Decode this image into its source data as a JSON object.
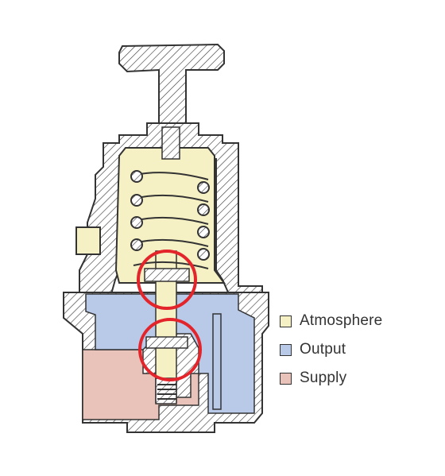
{
  "colors": {
    "atmosphere": "#f6f1c4",
    "output": "#b9c9e8",
    "supply": "#e9c3b9",
    "highlight": "#e3242b",
    "outline": "#333333"
  },
  "legend": {
    "items": [
      {
        "id": "atmosphere",
        "label": "Atmosphere",
        "color": "#f6f1c4"
      },
      {
        "id": "output",
        "label": "Output",
        "color": "#b9c9e8"
      },
      {
        "id": "supply",
        "label": "Supply",
        "color": "#e9c3b9"
      }
    ]
  },
  "icons": {
    "handle": "t-knob-handle-icon",
    "spring": "coil-spring-icon",
    "valve": "poppet-valve-icon",
    "highlight": "red-circle-highlight-icon"
  }
}
